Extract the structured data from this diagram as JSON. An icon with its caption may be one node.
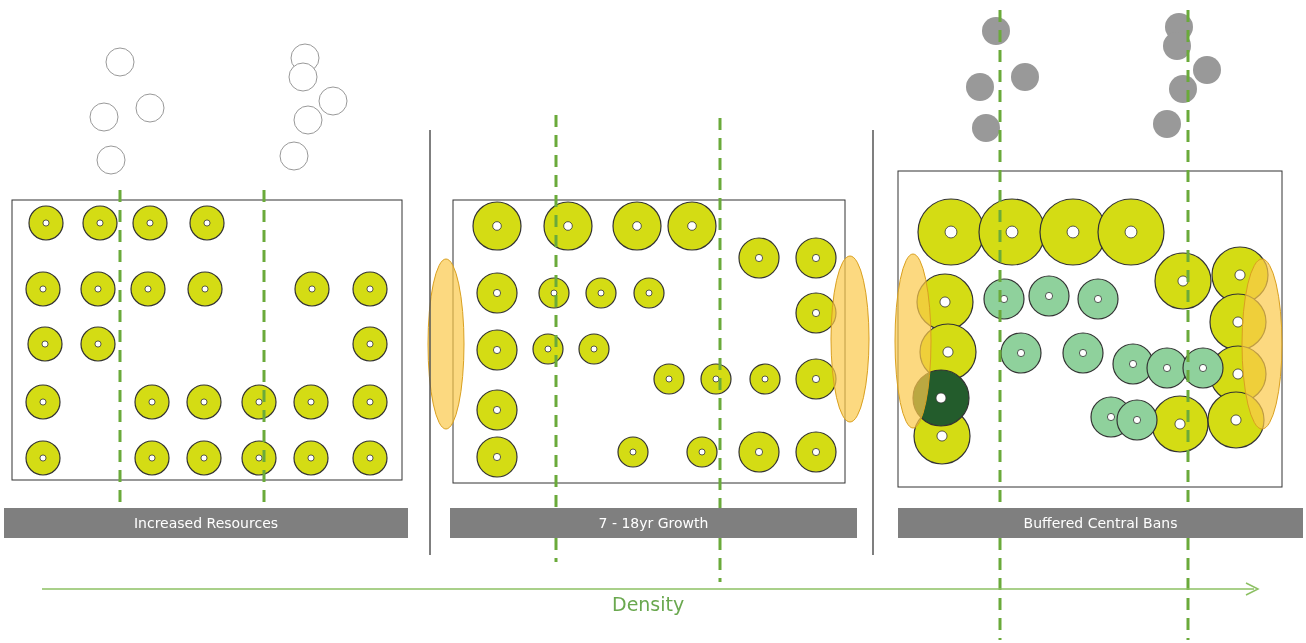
{
  "diagram": {
    "labels": [
      "Increased Resources",
      "7 - 18yr Growth",
      "Buffered Central Bans",
      "Density"
    ]
  }
}
